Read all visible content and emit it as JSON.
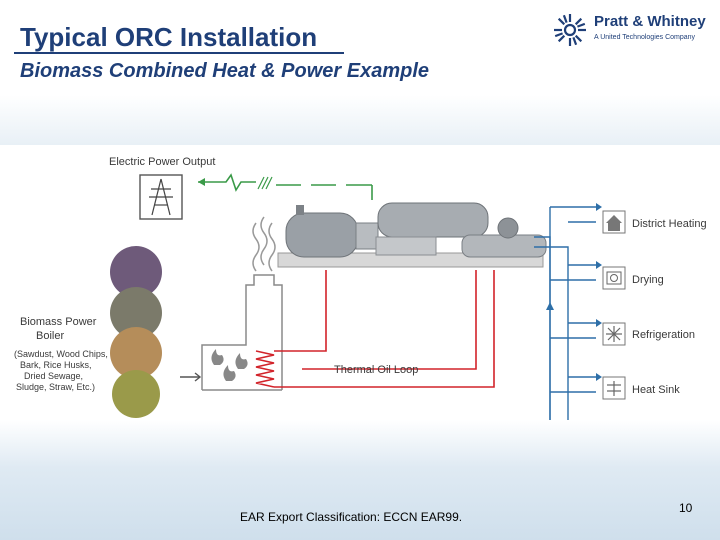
{
  "slide": {
    "title": "Typical ORC Installation",
    "subtitle": "Biomass Combined Heat & Power Example",
    "footer": "EAR Export Classification: ECCN EAR99.",
    "page_number": "10"
  },
  "logo": {
    "name": "Pratt & Whitney",
    "tagline": "A United Technologies Company",
    "color": "#1f3f78"
  },
  "diagram": {
    "electric_output_label": "Electric Power Output",
    "boiler_title_line1": "Biomass Power",
    "boiler_title_line2": "Boiler",
    "fuel_lines": [
      "(Sawdust, Wood Chips,",
      "Bark, Rice Husks,",
      "Dried Sewage,",
      "Sludge, Straw, Etc.)"
    ],
    "loop_label": "Thermal Oil Loop",
    "heat_uses": [
      "District Heating",
      "Drying",
      "Refrigeration",
      "Heat Sink"
    ],
    "colors": {
      "oil_loop": "#d2232a",
      "heat_lines": "#2e6fa8",
      "power_line": "#3a9a48"
    }
  },
  "icons": [
    "sunburst-logo-icon",
    "power-pylon-icon",
    "flame-icon",
    "house-icon",
    "dryer-icon",
    "snowflake-icon",
    "heat-sink-icon"
  ]
}
